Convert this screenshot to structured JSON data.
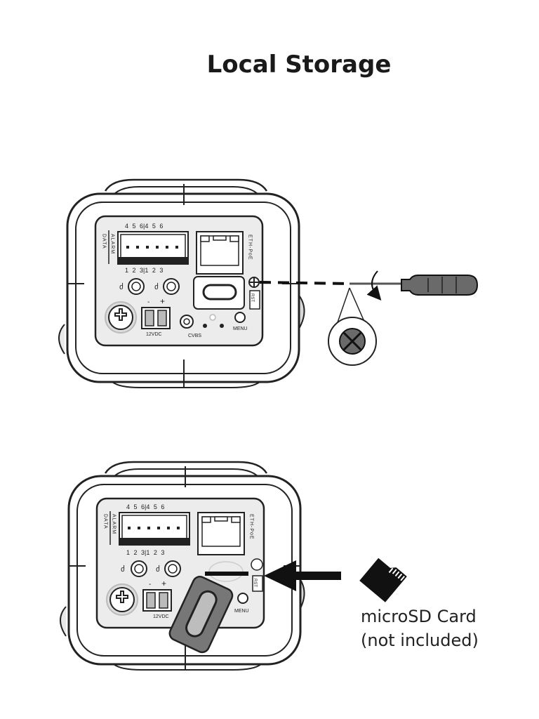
{
  "title": "Local Storage",
  "panel_top": {
    "data_label": "DATA",
    "alarm_label": "ALARM",
    "eth_label": "ETH-PoE",
    "pins_top": "4 5 6|4 5 6",
    "pins_bottom": "1 2 3|1 2 3",
    "minus": "-",
    "plus": "+",
    "power_label": "12VDC",
    "cvbs_label": "CVBS",
    "menu_label": "MENU",
    "rst_label": "RST"
  },
  "panel_bottom": {
    "data_label": "DATA",
    "alarm_label": "ALARM",
    "eth_label": "ETH-PoE",
    "pins_top": "4 5 6|4 5 6",
    "pins_bottom": "1 2 3|1 2 3",
    "minus": "-",
    "plus": "+",
    "power_label": "12VDC",
    "menu_label": "MENU",
    "rst_label": "RST"
  },
  "card_label_line1": "microSD Card",
  "card_label_line2": "(not included)"
}
